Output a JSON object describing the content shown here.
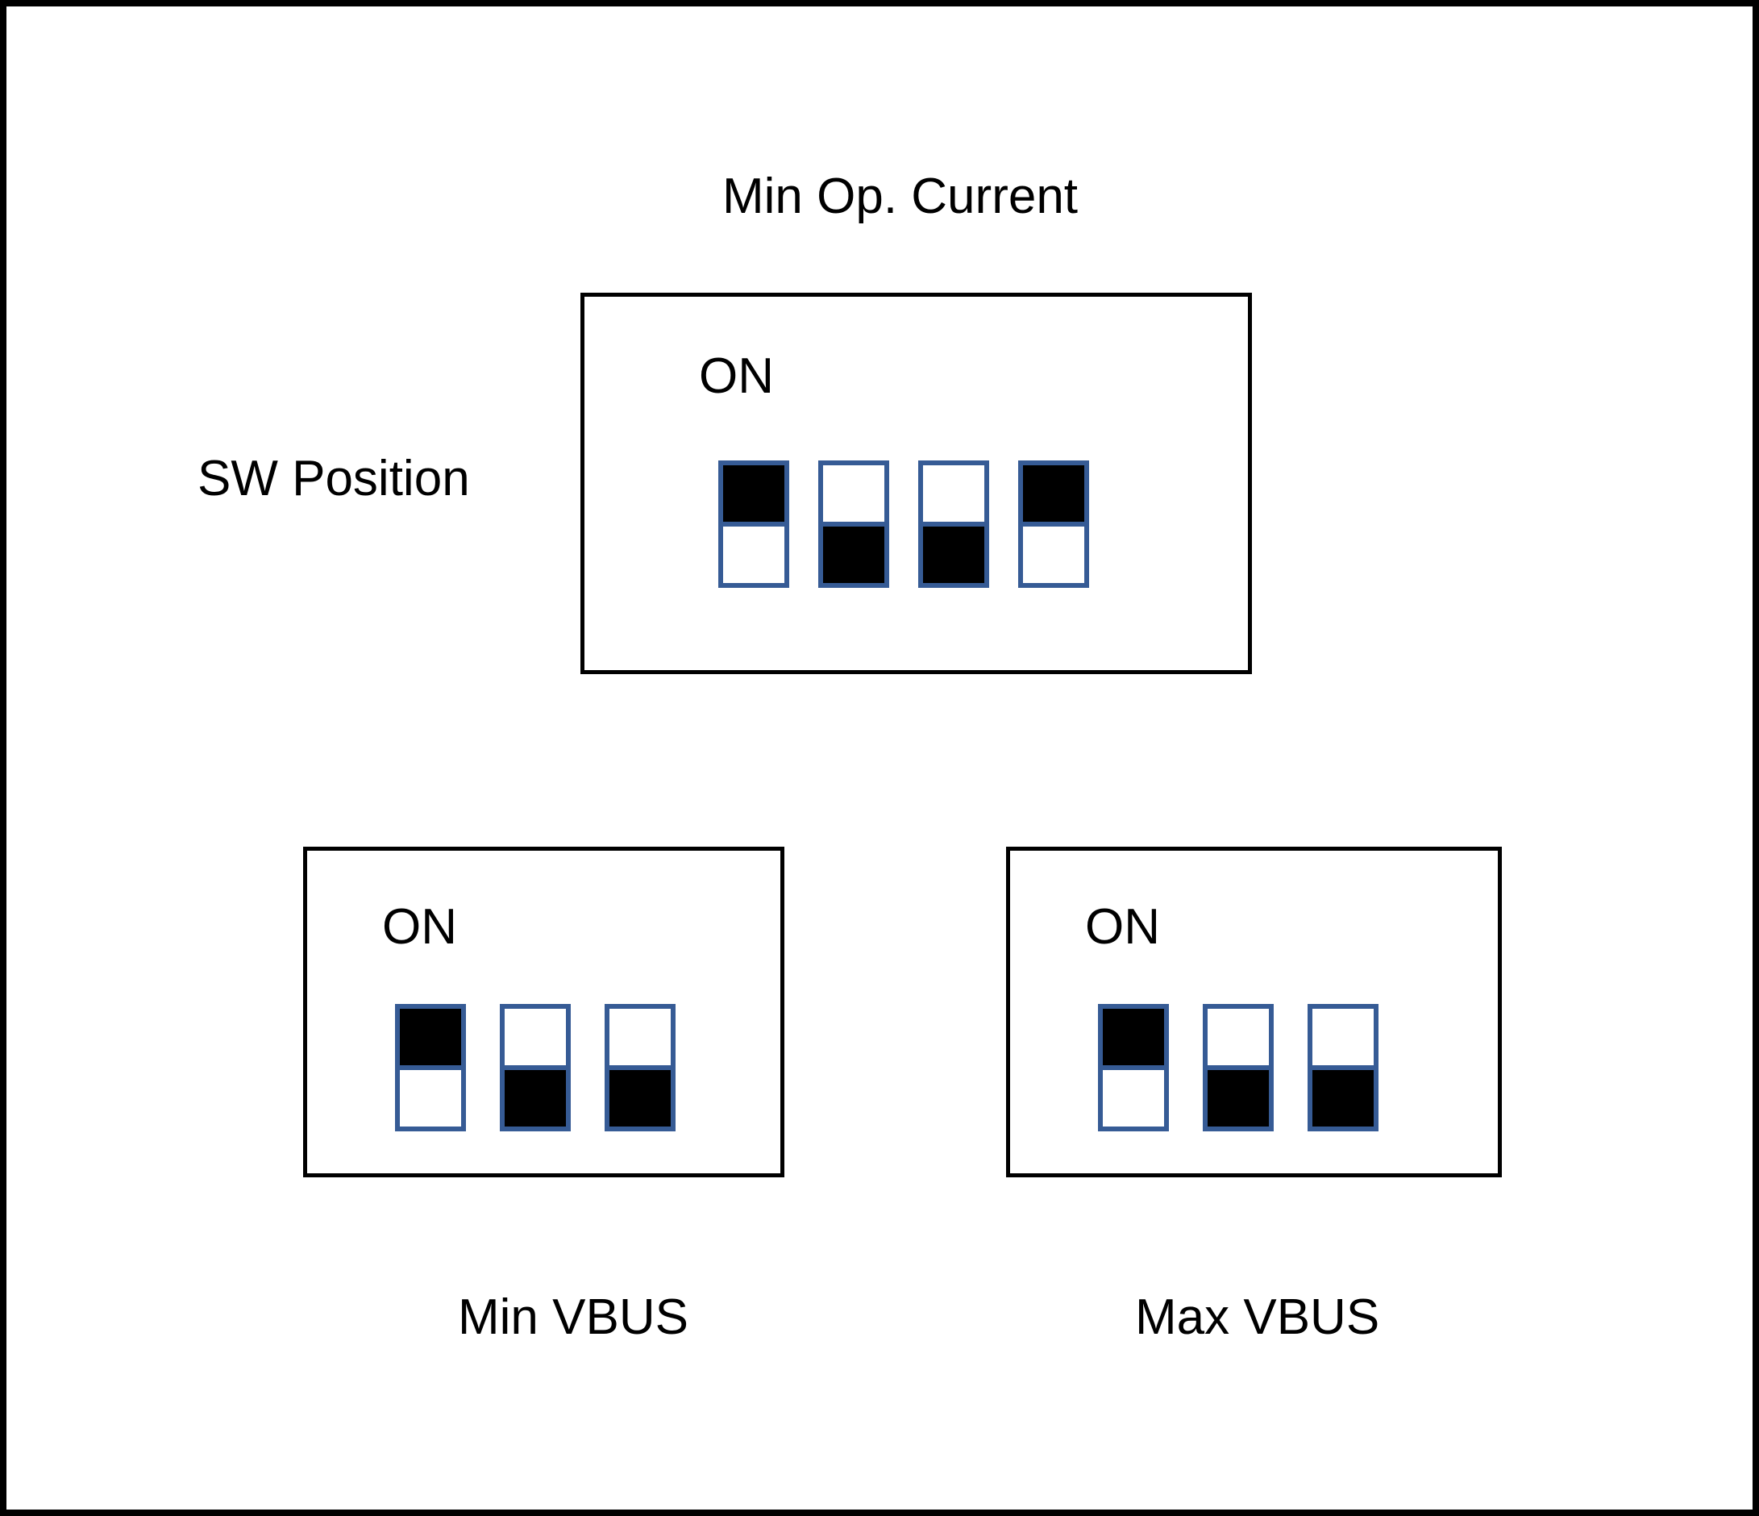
{
  "diagram": {
    "title": "Min Op. Current",
    "side_label": "SW Position",
    "on_label": "ON",
    "border_color": "#000000",
    "switch_border_color": "#365B95",
    "switch_fill_color": "#000000",
    "background_color": "#FFFFFF"
  },
  "panels": [
    {
      "id": "min-op-current",
      "title": "Min Op. Current",
      "title_position": "above",
      "on_label": "ON",
      "switch_count": 4,
      "switches": [
        {
          "index": 1,
          "state": "ON",
          "filled_half": "top"
        },
        {
          "index": 2,
          "state": "OFF",
          "filled_half": "bottom"
        },
        {
          "index": 3,
          "state": "OFF",
          "filled_half": "bottom"
        },
        {
          "index": 4,
          "state": "ON",
          "filled_half": "top"
        }
      ]
    },
    {
      "id": "min-vbus",
      "title": "Min VBUS",
      "title_position": "below",
      "on_label": "ON",
      "switch_count": 3,
      "switches": [
        {
          "index": 1,
          "state": "ON",
          "filled_half": "top"
        },
        {
          "index": 2,
          "state": "OFF",
          "filled_half": "bottom"
        },
        {
          "index": 3,
          "state": "OFF",
          "filled_half": "bottom"
        }
      ]
    },
    {
      "id": "max-vbus",
      "title": "Max VBUS",
      "title_position": "below",
      "on_label": "ON",
      "switch_count": 3,
      "switches": [
        {
          "index": 1,
          "state": "ON",
          "filled_half": "top"
        },
        {
          "index": 2,
          "state": "OFF",
          "filled_half": "bottom"
        },
        {
          "index": 3,
          "state": "OFF",
          "filled_half": "bottom"
        }
      ]
    }
  ]
}
